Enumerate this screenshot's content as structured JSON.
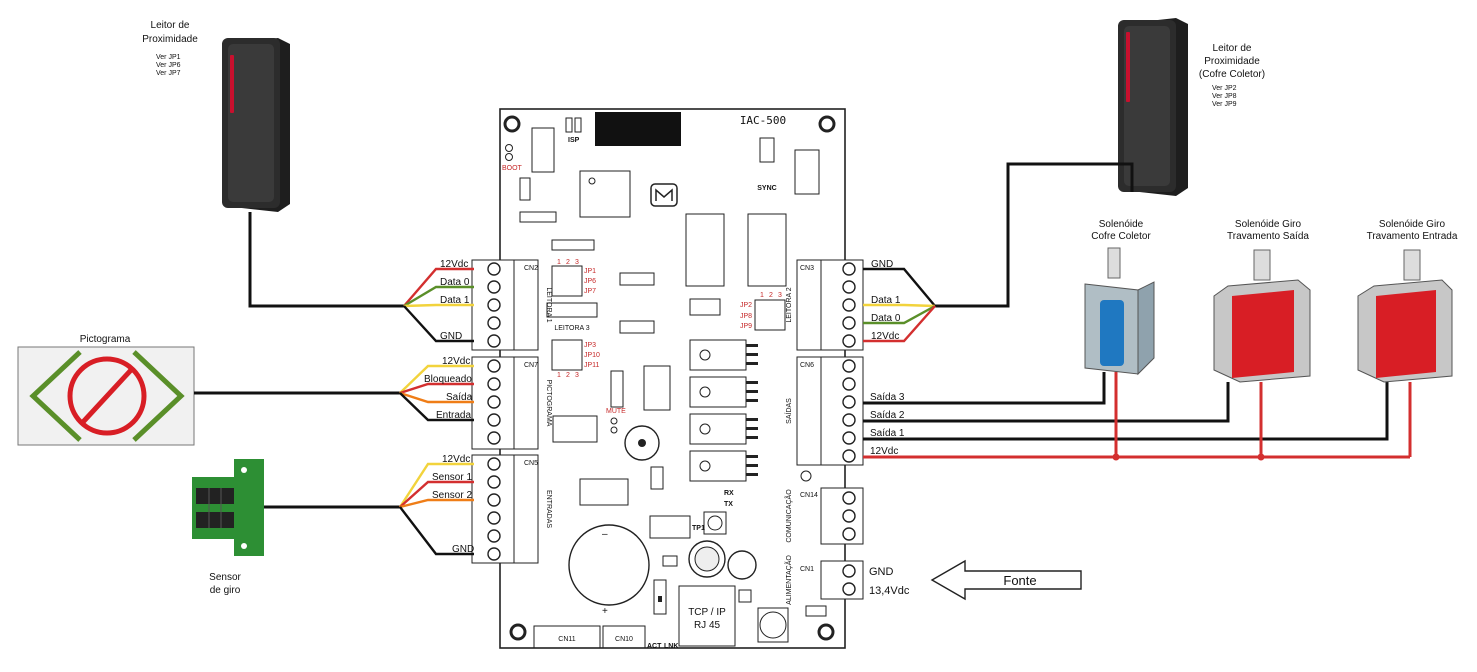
{
  "board": {
    "model": "IAC-500",
    "boot": "BOOT",
    "isp": "ISP",
    "sync": "SYNC",
    "mute": "MUTE",
    "rx": "RX",
    "tx": "TX",
    "tp1": "TP1",
    "tcpip_line1": "TCP / IP",
    "tcpip_line2": "RJ 45",
    "act": "ACT",
    "lnk": "LNK",
    "leitora3": "LEITORA 3",
    "jp_nums": [
      "1",
      "2",
      "3"
    ],
    "jumpers_left_top": [
      "JP1",
      "JP6",
      "JP7"
    ],
    "jumpers_left_bottom": [
      "JP3",
      "JP10",
      "JP11"
    ],
    "jumpers_right": [
      "JP2",
      "JP8",
      "JP9"
    ]
  },
  "connectors": {
    "cn2": {
      "id": "CN2",
      "side": "LEITORA 1"
    },
    "cn7": {
      "id": "CN7",
      "side": "PICTOGRAMA"
    },
    "cn5": {
      "id": "CN5",
      "side": "ENTRADAS"
    },
    "cn3": {
      "id": "CN3",
      "side": "LEITORA 2"
    },
    "cn6": {
      "id": "CN6",
      "side": "SAÍDAS"
    },
    "cn14": {
      "id": "CN14",
      "side": "COMUNICAÇÃO"
    },
    "cn1": {
      "id": "CN1",
      "side": "ALIMENTAÇÃO"
    },
    "cn11": {
      "id": "CN11"
    },
    "cn10": {
      "id": "CN10"
    }
  },
  "reader1": {
    "title_line1": "Leitor de",
    "title_line2": "Proximidade",
    "notes": [
      "Ver JP1",
      "Ver JP6",
      "Ver JP7"
    ]
  },
  "reader2": {
    "title_line1": "Leitor de",
    "title_line2": "Proximidade",
    "title_line3": "(Cofre Coletor)",
    "notes": [
      "Ver JP2",
      "Ver JP8",
      "Ver JP9"
    ]
  },
  "pictogram": {
    "title": "Pictograma"
  },
  "sensor": {
    "title_line1": "Sensor",
    "title_line2": "de giro"
  },
  "solenoids": [
    {
      "line1": "Solenóide",
      "line2": "Cofre Coletor"
    },
    {
      "line1": "Solenóide Giro",
      "line2": "Travamento Saída"
    },
    {
      "line1": "Solenóide Giro",
      "line2": "Travamento Entrada"
    }
  ],
  "wires": {
    "cn2": [
      "12Vdc",
      "Data 0",
      "Data 1",
      "GND"
    ],
    "cn7": [
      "12Vdc",
      "Bloqueado",
      "Saída",
      "Entrada"
    ],
    "cn5": [
      "12Vdc",
      "Sensor 1",
      "Sensor 2",
      "GND"
    ],
    "cn3": [
      "GND",
      "Data 1",
      "Data 0",
      "12Vdc"
    ],
    "cn6": [
      "Saída 3",
      "Saída 2",
      "Saída 1",
      "12Vdc"
    ],
    "cn1": [
      "GND",
      "13,4Vdc"
    ]
  },
  "power": {
    "label": "Fonte"
  },
  "colors": {
    "red": "#d32f2f",
    "green": "#5a8f29",
    "yellow": "#f2d33c",
    "orange": "#ef7d17",
    "black": "#111111",
    "pcb_outline": "#222222",
    "solenoid_red": "#d81e25",
    "solenoid_blue": "#1f78c1",
    "reader_body": "#2c2c2c",
    "reader_led": "#c8102e"
  }
}
